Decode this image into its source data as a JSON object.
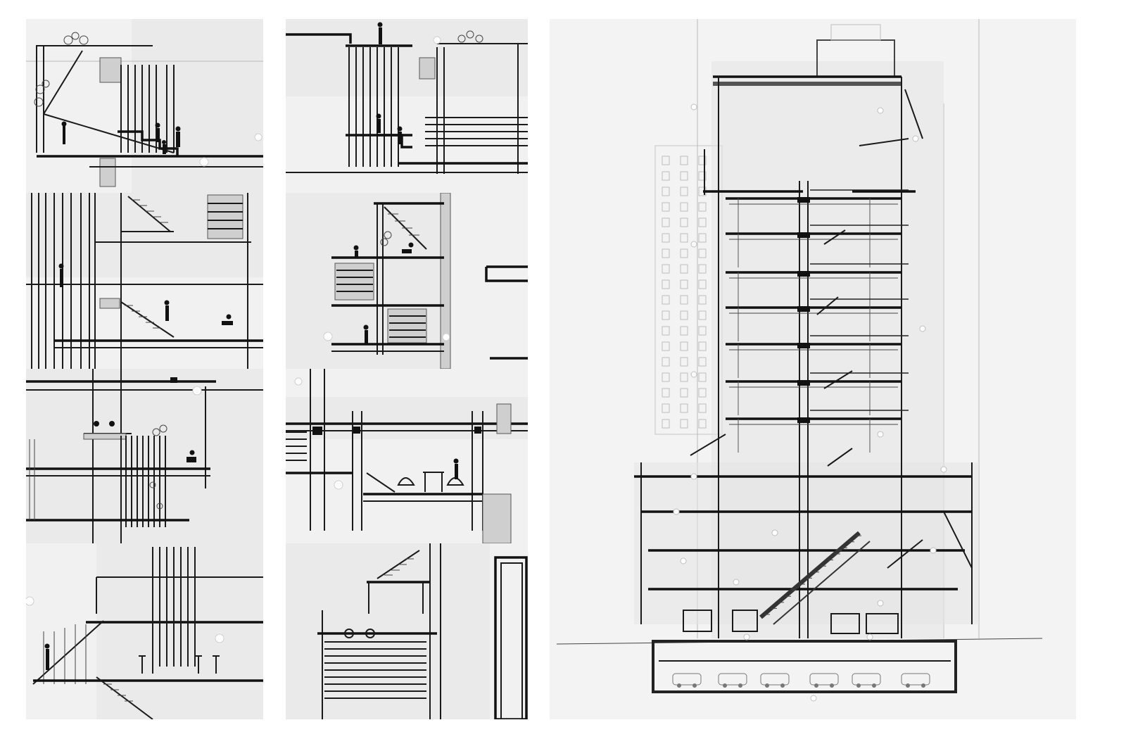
{
  "image": {
    "kind": "architectural-section-sketches",
    "layout": "grid-of-detail-crops-plus-full-building-section",
    "colors": {
      "background": "#ffffff",
      "paper": "#f1f1f1",
      "ink": "#111111",
      "tracing": "#e3e3e3"
    }
  },
  "panels": [
    {
      "id": "roof-terrace-detail"
    },
    {
      "id": "double-height-stair-detail"
    },
    {
      "id": "planted-screen-detail"
    },
    {
      "id": "cafe-terrace-detail"
    },
    {
      "id": "upper-stair-detail"
    },
    {
      "id": "mezzanine-stair-detail"
    },
    {
      "id": "seating-deck-detail"
    },
    {
      "id": "ground-shutter-detail"
    },
    {
      "id": "full-building-section"
    }
  ]
}
